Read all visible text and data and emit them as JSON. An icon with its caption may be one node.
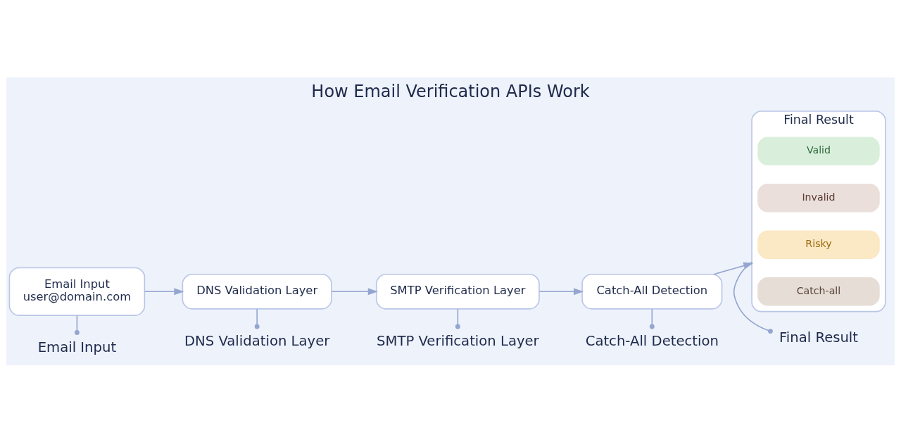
{
  "diagram": {
    "title": "How Email Verification APIs Work",
    "nodes": [
      {
        "text": [
          "Email Input",
          "user@domain.com"
        ]
      },
      {
        "text": [
          "DNS Validation Layer"
        ]
      },
      {
        "text": [
          "SMTP Verification Layer"
        ]
      },
      {
        "text": [
          "Catch-All Detection"
        ]
      },
      {
        "text": [
          "Final Result"
        ]
      },
      {
        "text": [
          "Valid"
        ],
        "in": 4
      },
      {
        "text": [
          "Invalid"
        ],
        "in": 4
      },
      {
        "text": [
          "Risky"
        ],
        "in": 4
      },
      {
        "text": [
          "Catch-all"
        ],
        "in": 4
      },
      {
        "text": [
          "Email Input"
        ]
      },
      {
        "text": [
          "DNS Validation Layer"
        ]
      },
      {
        "text": [
          "SMTP Verification Layer"
        ]
      },
      {
        "text": [
          "Catch-All Detection"
        ]
      },
      {
        "text": [
          "Final Result"
        ]
      }
    ],
    "edges": [
      {
        "from": 0,
        "to": 1,
        "arrow": "to"
      },
      {
        "from": 1,
        "to": 2,
        "arrow": "to"
      },
      {
        "from": 2,
        "to": 3,
        "arrow": "to"
      },
      {
        "from": 3,
        "to": 4,
        "arrow": "to"
      },
      {
        "from": 9,
        "to": 0,
        "arrow": "other"
      },
      {
        "from": 10,
        "to": 1,
        "arrow": "other"
      },
      {
        "from": 11,
        "to": 2,
        "arrow": "other"
      },
      {
        "from": 12,
        "to": 3,
        "arrow": "other"
      },
      {
        "from": 13,
        "to": 4,
        "arrow": "other"
      }
    ]
  }
}
